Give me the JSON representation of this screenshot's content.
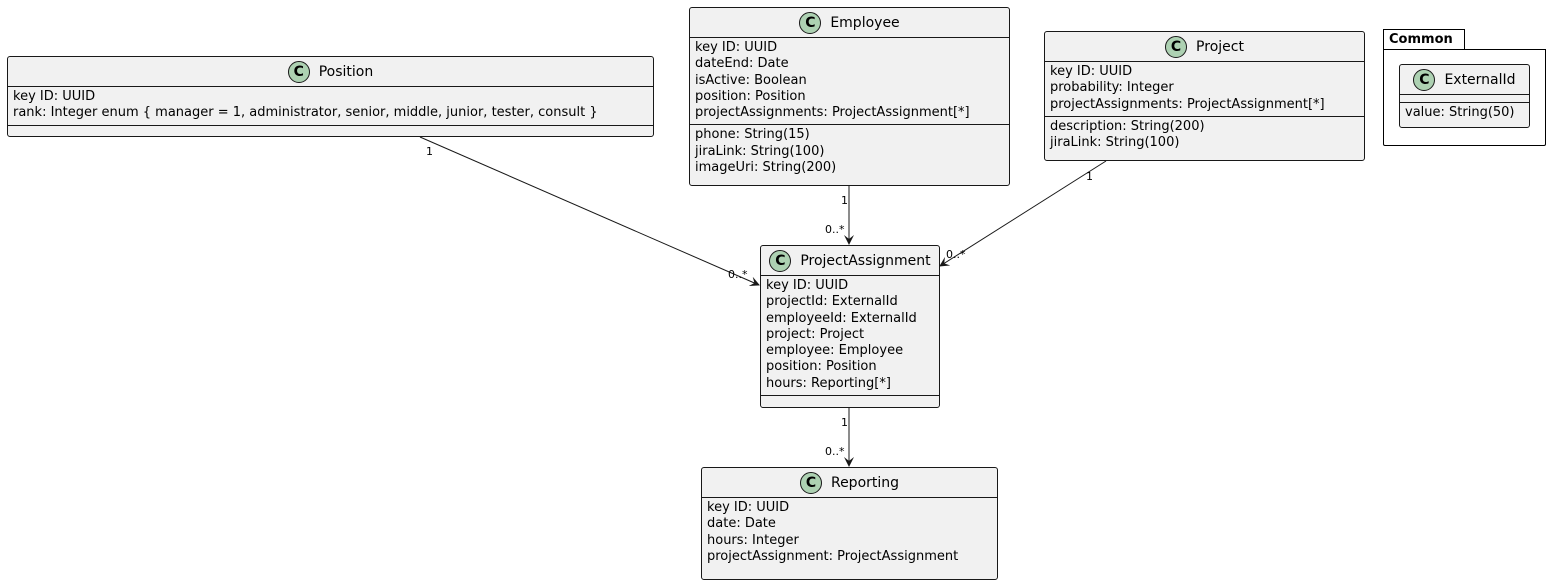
{
  "package": {
    "name": "Common"
  },
  "classes": {
    "position": {
      "stereotype": "C",
      "name": "Position",
      "attrs": [
        "key ID: UUID",
        "rank: Integer enum { manager = 1, administrator, senior, middle, junior, tester, consult }"
      ]
    },
    "employee": {
      "stereotype": "C",
      "name": "Employee",
      "attrs": [
        "key ID: UUID",
        "dateEnd: Date",
        "isActive: Boolean",
        "position: Position",
        "projectAssignments: ProjectAssignment[*]"
      ],
      "attrs2": [
        "phone: String(15)",
        "jiraLink: String(100)",
        "imageUri: String(200)"
      ]
    },
    "project": {
      "stereotype": "C",
      "name": "Project",
      "attrs": [
        "key ID: UUID",
        "probability: Integer",
        "projectAssignments: ProjectAssignment[*]"
      ],
      "attrs2": [
        "description: String(200)",
        "jiraLink: String(100)"
      ]
    },
    "externalid": {
      "stereotype": "C",
      "name": "ExternalId",
      "attrs": [
        "value: String(50)"
      ]
    },
    "projectassignment": {
      "stereotype": "C",
      "name": "ProjectAssignment",
      "attrs": [
        "key ID: UUID",
        "projectId: ExternalId",
        "employeeId: ExternalId",
        "project: Project",
        "employee: Employee",
        "position: Position",
        "hours: Reporting[*]"
      ]
    },
    "reporting": {
      "stereotype": "C",
      "name": "Reporting",
      "attrs": [
        "key ID: UUID",
        "date: Date",
        "hours: Integer",
        "projectAssignment: ProjectAssignment"
      ]
    }
  },
  "edges": {
    "position_pa": {
      "source_mult": "1",
      "target_mult": "0..*"
    },
    "employee_pa": {
      "source_mult": "1",
      "target_mult": "0..*"
    },
    "project_pa": {
      "source_mult": "1",
      "target_mult": "0..*"
    },
    "pa_reporting": {
      "source_mult": "1",
      "target_mult": "0..*"
    }
  }
}
